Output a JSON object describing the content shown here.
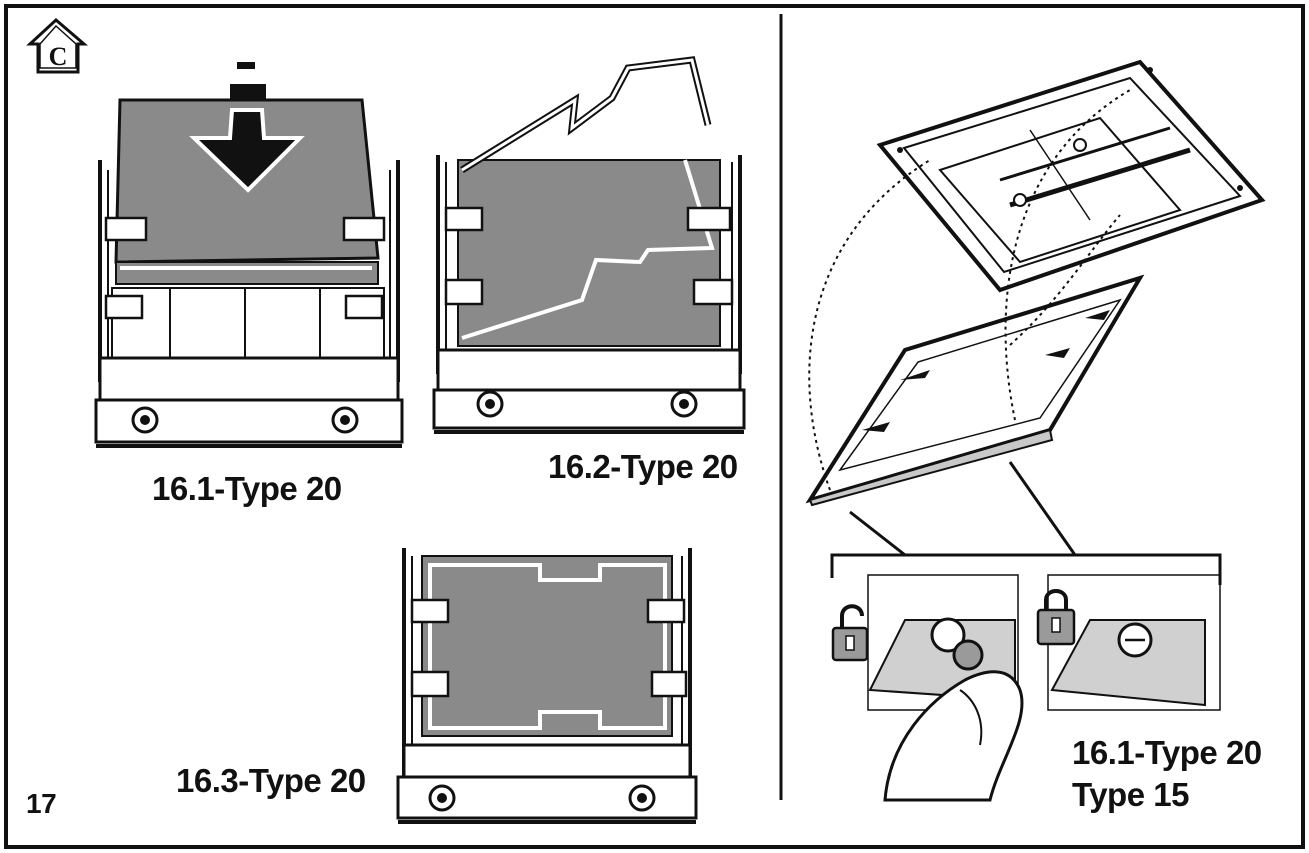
{
  "page_number": "17",
  "icon": "home-c-icon",
  "captions": {
    "fig_16_1": "16.1-Type 20",
    "fig_16_2": "16.2-Type 20",
    "fig_16_3": "16.3-Type 20",
    "fig_right_line1": "16.1-Type 20",
    "fig_right_line2": "Type 15"
  },
  "colors": {
    "ink": "#111111",
    "filter_gray": "#8a8a8a",
    "light_gray": "#c8c8c8",
    "lock_gray": "#9a9a9a",
    "paper": "#ffffff"
  }
}
